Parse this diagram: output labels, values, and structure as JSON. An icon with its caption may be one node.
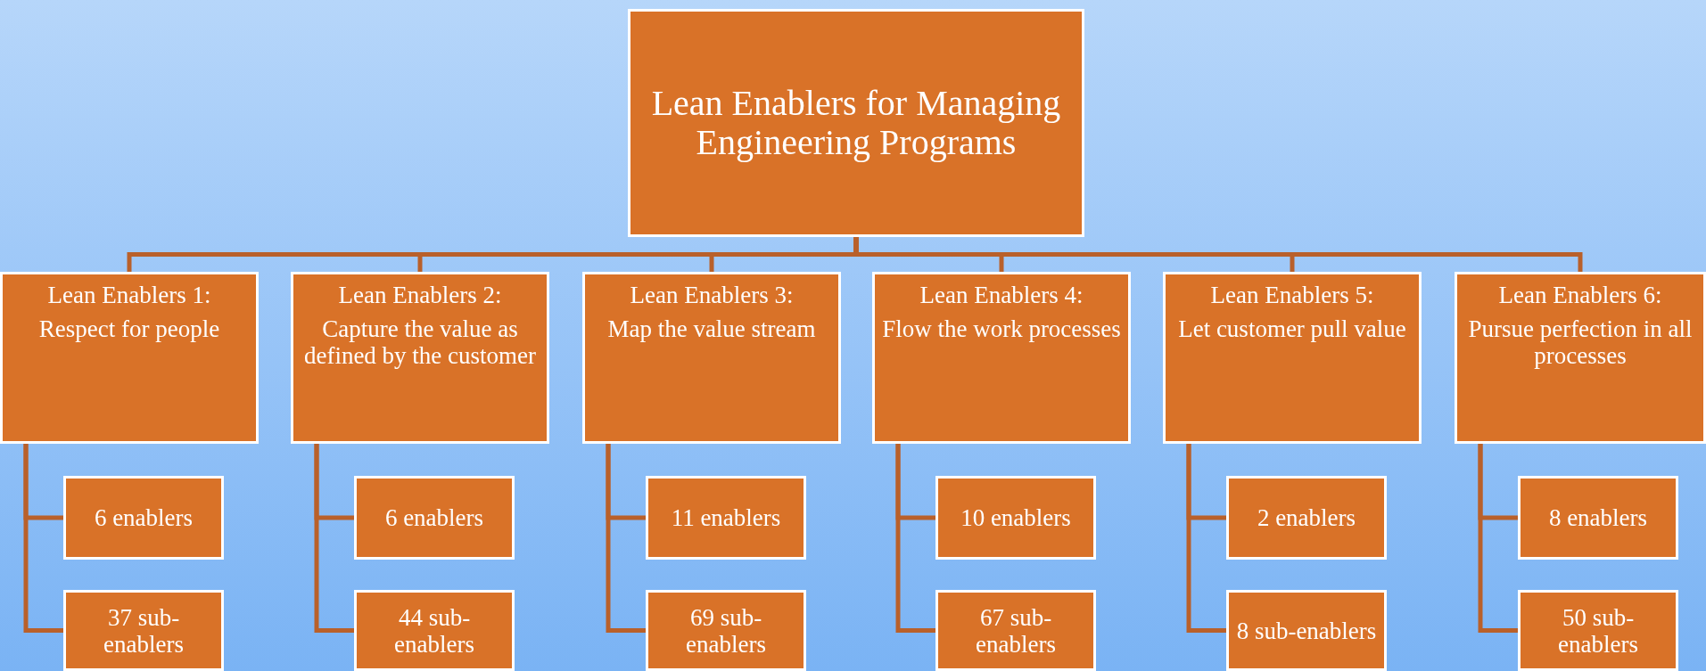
{
  "diagram": {
    "nodes": [
      {
        "text": [
          "Lean Enablers for Managing Engineering Programs"
        ]
      },
      {
        "text": [
          "Lean Enablers 1:",
          "Respect for people"
        ]
      },
      {
        "text": [
          "Lean Enablers 2:",
          "Capture the value as defined by the customer"
        ]
      },
      {
        "text": [
          "Lean Enablers 3:",
          "Map the value stream"
        ]
      },
      {
        "text": [
          "Lean Enablers 4:",
          "Flow the work processes"
        ]
      },
      {
        "text": [
          "Lean Enablers 5:",
          "Let customer pull value"
        ]
      },
      {
        "text": [
          "Lean Enablers 6:",
          "Pursue perfection in all processes"
        ]
      },
      {
        "text": [
          "6 enablers"
        ]
      },
      {
        "text": [
          "37 sub-enablers"
        ]
      },
      {
        "text": [
          "6 enablers"
        ]
      },
      {
        "text": [
          "44 sub-enablers"
        ]
      },
      {
        "text": [
          "11 enablers"
        ]
      },
      {
        "text": [
          "69 sub-enablers"
        ]
      },
      {
        "text": [
          "10 enablers"
        ]
      },
      {
        "text": [
          "67 sub-enablers"
        ]
      },
      {
        "text": [
          "2 enablers"
        ]
      },
      {
        "text": [
          "8 sub-enablers"
        ]
      },
      {
        "text": [
          "8 enablers"
        ]
      },
      {
        "text": [
          "50 sub-enablers"
        ]
      }
    ],
    "edges": [
      {
        "from": 0,
        "to": 1,
        "arrow": "none"
      },
      {
        "from": 0,
        "to": 2,
        "arrow": "none"
      },
      {
        "from": 0,
        "to": 3,
        "arrow": "none"
      },
      {
        "from": 0,
        "to": 4,
        "arrow": "none"
      },
      {
        "from": 0,
        "to": 5,
        "arrow": "none"
      },
      {
        "from": 0,
        "to": 6,
        "arrow": "none"
      },
      {
        "from": 1,
        "to": 7,
        "arrow": "none"
      },
      {
        "from": 1,
        "to": 8,
        "arrow": "none"
      },
      {
        "from": 2,
        "to": 9,
        "arrow": "none"
      },
      {
        "from": 2,
        "to": 10,
        "arrow": "none"
      },
      {
        "from": 3,
        "to": 11,
        "arrow": "none"
      },
      {
        "from": 3,
        "to": 12,
        "arrow": "none"
      },
      {
        "from": 4,
        "to": 13,
        "arrow": "none"
      },
      {
        "from": 4,
        "to": 14,
        "arrow": "none"
      },
      {
        "from": 5,
        "to": 15,
        "arrow": "none"
      },
      {
        "from": 5,
        "to": 16,
        "arrow": "none"
      },
      {
        "from": 6,
        "to": 17,
        "arrow": "none"
      },
      {
        "from": 6,
        "to": 18,
        "arrow": "none"
      }
    ]
  }
}
